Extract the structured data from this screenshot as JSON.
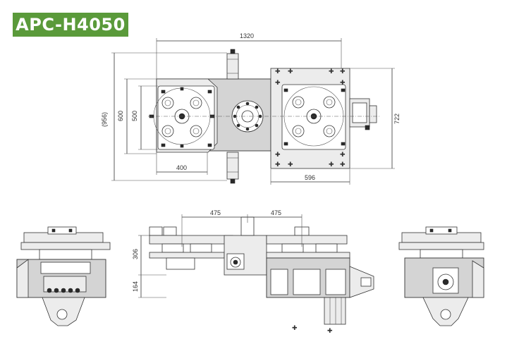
{
  "title": "APC-H4050",
  "dimensions": {
    "overall_width": "1320",
    "overall_height": "(956)",
    "pallet_600": "600",
    "pallet_500": "500",
    "pallet_400": "400",
    "right_596": "596",
    "right_722": "722",
    "front_left_475": "475",
    "front_right_475": "475",
    "height_306": "306",
    "height_164": "164"
  },
  "colors": {
    "badge": "#5a9a3a"
  }
}
